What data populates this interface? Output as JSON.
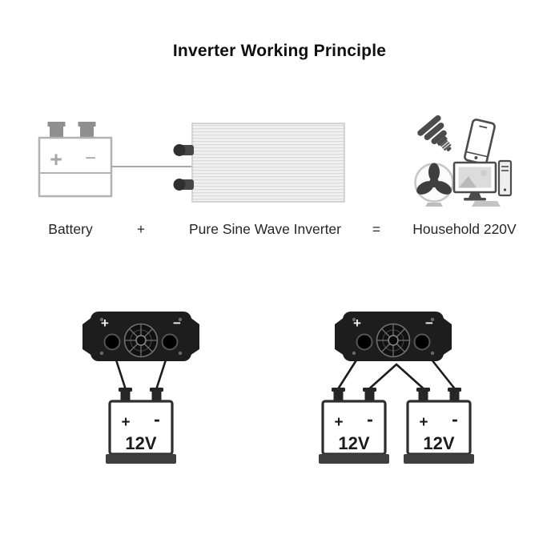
{
  "title": "Inverter Working Principle",
  "equation": {
    "battery": "Battery",
    "plus": "+",
    "inverter": "Pure Sine Wave Inverter",
    "equals": "=",
    "household": "Household 220V"
  },
  "battery_icon": {
    "plus": "+",
    "minus": "−"
  },
  "diagram_single": {
    "inverter": {
      "plus": "+",
      "minus": "−"
    },
    "battery": {
      "plus": "+",
      "minus": "-",
      "voltage": "12V"
    }
  },
  "diagram_dual": {
    "inverter": {
      "plus": "+",
      "minus": "−"
    },
    "battery1": {
      "plus": "+",
      "minus": "-",
      "voltage": "12V"
    },
    "battery2": {
      "plus": "+",
      "minus": "-",
      "voltage": "12V"
    }
  },
  "colors": {
    "ink": "#1d1d1d",
    "gray_line": "#a8a8a8",
    "text": "#262626"
  }
}
